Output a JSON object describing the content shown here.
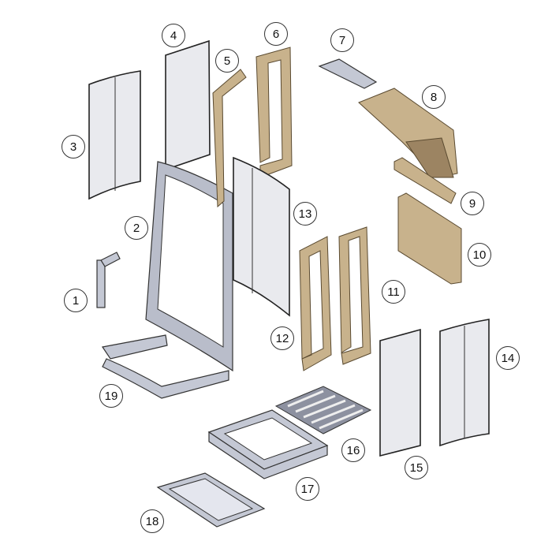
{
  "title": "Exploded parts diagram",
  "parts": [
    {
      "number": "1"
    },
    {
      "number": "2"
    },
    {
      "number": "3"
    },
    {
      "number": "4"
    },
    {
      "number": "5"
    },
    {
      "number": "6"
    },
    {
      "number": "7"
    },
    {
      "number": "8"
    },
    {
      "number": "9"
    },
    {
      "number": "10"
    },
    {
      "number": "11"
    },
    {
      "number": "12"
    },
    {
      "number": "13"
    },
    {
      "number": "14"
    },
    {
      "number": "15"
    },
    {
      "number": "16"
    },
    {
      "number": "17"
    },
    {
      "number": "18"
    },
    {
      "number": "19"
    }
  ],
  "colors": {
    "glass": "#e9eaee",
    "frame": "#b9bdca",
    "vermiculite": "#c8b28c"
  }
}
